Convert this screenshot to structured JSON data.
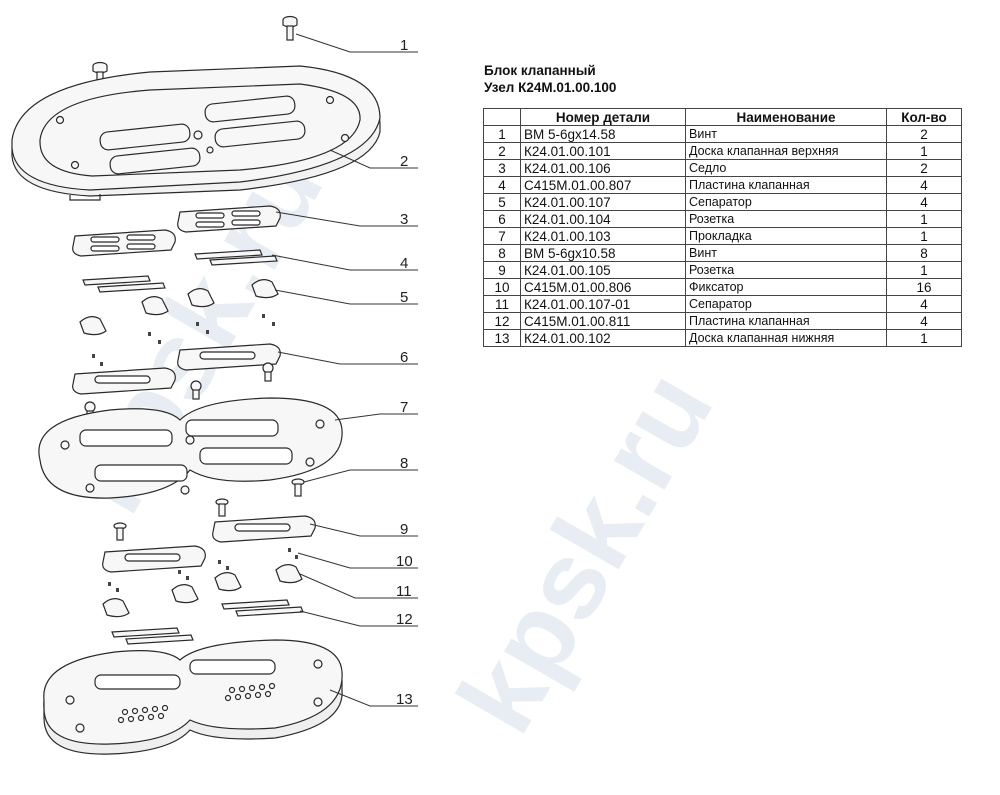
{
  "title": {
    "line1": "Блок клапанный",
    "line2": "Узел К24М.01.00.100"
  },
  "table": {
    "headers": {
      "num": "",
      "code": "Номер детали",
      "name": "Наименование",
      "qty": "Кол-во"
    },
    "rows": [
      {
        "num": "1",
        "code": "ВМ 5-6gх14.58",
        "name": "Винт",
        "qty": "2"
      },
      {
        "num": "2",
        "code": "К24.01.00.101",
        "name": "Доска клапанная верхняя",
        "qty": "1"
      },
      {
        "num": "3",
        "code": "К24.01.00.106",
        "name": "Седло",
        "qty": "2"
      },
      {
        "num": "4",
        "code": "С415М.01.00.807",
        "name": "Пластина клапанная",
        "qty": "4"
      },
      {
        "num": "5",
        "code": "К24.01.00.107",
        "name": "Сепаратор",
        "qty": "4"
      },
      {
        "num": "6",
        "code": "К24.01.00.104",
        "name": "Розетка",
        "qty": "1"
      },
      {
        "num": "7",
        "code": "К24.01.00.103",
        "name": "Прокладка",
        "qty": "1"
      },
      {
        "num": "8",
        "code": "ВМ 5-6gх10.58",
        "name": "Винт",
        "qty": "8"
      },
      {
        "num": "9",
        "code": "К24.01.00.105",
        "name": "Розетка",
        "qty": "1"
      },
      {
        "num": "10",
        "code": "С415М.01.00.806",
        "name": "Фиксатор",
        "qty": "16"
      },
      {
        "num": "11",
        "code": "К24.01.00.107-01",
        "name": "Сепаратор",
        "qty": "4"
      },
      {
        "num": "12",
        "code": "С415М.01.00.811",
        "name": "Пластина клапанная",
        "qty": "4"
      },
      {
        "num": "13",
        "code": "К24.01.00.102",
        "name": "Доска клапанная нижняя",
        "qty": "1"
      }
    ]
  },
  "callouts": [
    "1",
    "2",
    "3",
    "4",
    "5",
    "6",
    "7",
    "8",
    "9",
    "10",
    "11",
    "12",
    "13"
  ],
  "watermark": "kpsk.ru",
  "colors": {
    "line": "#2a2a2a",
    "fill": "#f6f6f6",
    "watermark": "#e6ebf2"
  }
}
